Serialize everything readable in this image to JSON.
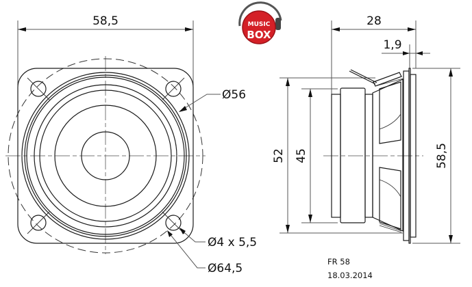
{
  "drawing": {
    "model": "FR 58",
    "date": "18.03.2014",
    "logo": {
      "line1": "MUSIC",
      "line2": "BOX",
      "color": "#d42027"
    },
    "front_view": {
      "width_dim": "58,5",
      "cone_diameter": "Ø56",
      "hole_spec": "Ø4 x 5,5",
      "bolt_circle": "Ø64,5"
    },
    "side_view": {
      "depth_dim": "28",
      "flange_thickness": "1,9",
      "height_outer": "58,5",
      "height_frame": "52",
      "height_magnet": "45"
    }
  }
}
